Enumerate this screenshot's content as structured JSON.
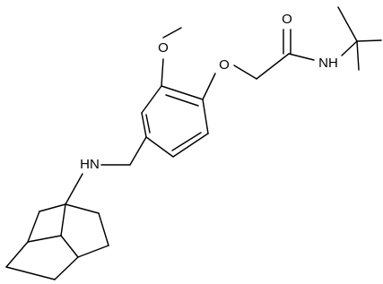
{
  "molecule": {
    "labels": {
      "methoxy_o": "O",
      "ether_o": "O",
      "carbonyl_o": "O",
      "amide_n": "NH",
      "amine_n": "HN"
    }
  }
}
